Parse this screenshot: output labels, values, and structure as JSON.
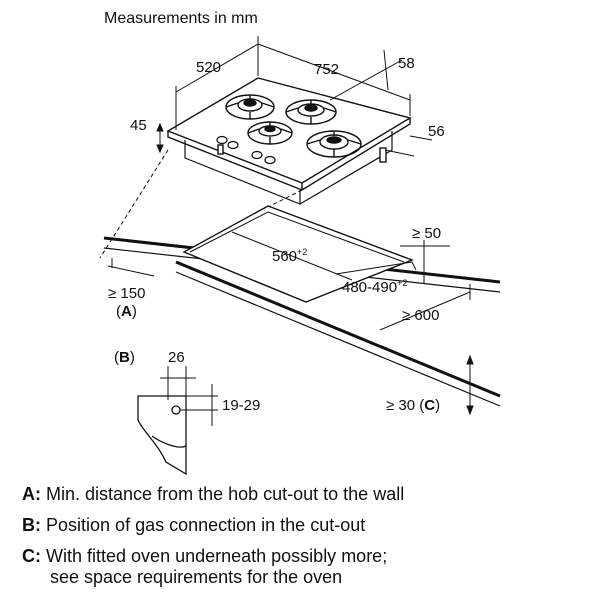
{
  "header": {
    "title": "Measurements in mm"
  },
  "hob": {
    "width": "752",
    "depth": "520",
    "height": "45",
    "right_offset": "58",
    "front_offset": "56"
  },
  "cutout": {
    "width_value": "560",
    "width_tolerance": "+2",
    "depth_value": "480-490",
    "depth_tolerance": "+2",
    "side_clearance": "≥ 50",
    "wall_clearance": "≥ 150",
    "wall_marker": "(A)",
    "worktop_depth": "≥ 600",
    "oven_clearance": "≥ 30",
    "oven_marker": "(C)"
  },
  "detail_b": {
    "marker": "(B)",
    "offset": "26",
    "range": "19-29"
  },
  "legend": [
    {
      "key": "A:",
      "text": "Min. distance from the hob cut-out to the wall"
    },
    {
      "key": "B:",
      "text": "Position of gas connection in the cut-out"
    },
    {
      "key": "C:",
      "text": "With fitted oven underneath possibly more;"
    },
    {
      "key": "",
      "text": "see space requirements for the oven"
    }
  ]
}
